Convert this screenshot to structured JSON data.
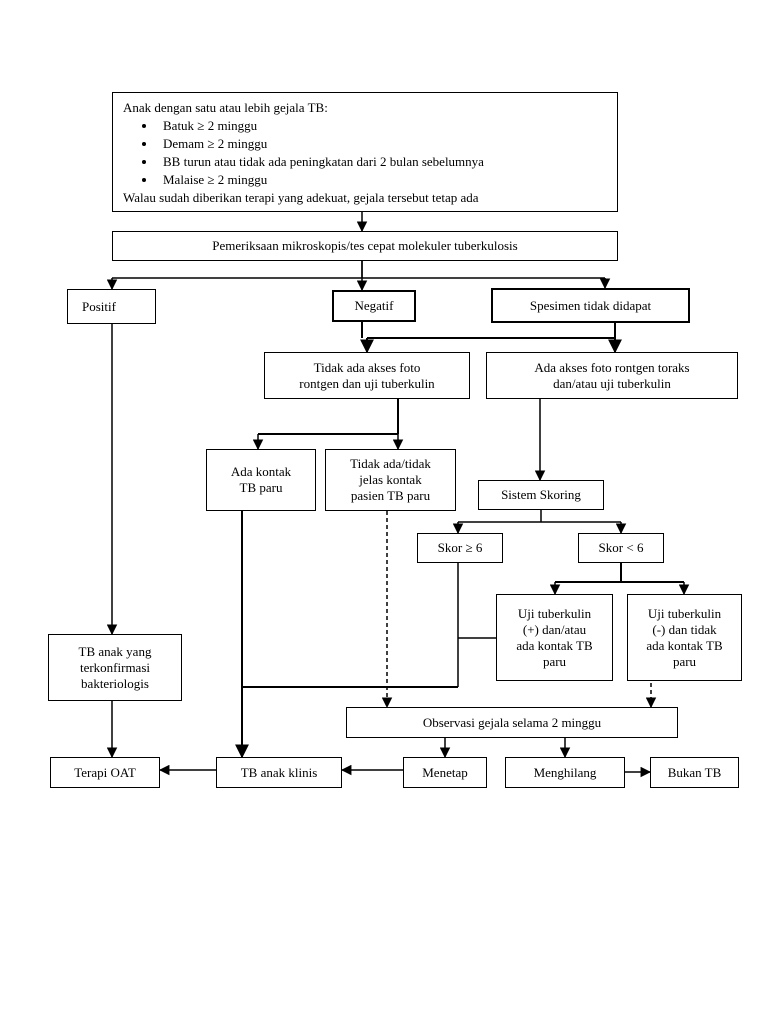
{
  "flowchart": {
    "start": {
      "heading": "Anak dengan satu atau lebih gejala TB:",
      "bullets": [
        "Batuk ≥ 2 minggu",
        "Demam ≥ 2 minggu",
        "BB turun atau tidak ada peningkatan dari 2 bulan sebelumnya",
        "Malaise ≥ 2 minggu"
      ],
      "footer": "Walau sudah diberikan terapi yang adekuat, gejala tersebut tetap ada"
    },
    "pemeriksaan": "Pemeriksaan mikroskopis/tes cepat molekuler tuberkulosis",
    "positif": "Positif",
    "negatif": "Negatif",
    "spesimen": "Spesimen tidak didapat",
    "tidak_akses": [
      "Tidak ada akses foto",
      "rontgen dan uji tuberkulin"
    ],
    "ada_akses": [
      "Ada akses foto rontgen toraks",
      "dan/atau uji tuberkulin"
    ],
    "ada_kontak": [
      "Ada kontak",
      "TB paru"
    ],
    "tidak_kontak": [
      "Tidak ada/tidak",
      "jelas kontak",
      "pasien TB paru"
    ],
    "skoring": "Sistem Skoring",
    "skor_ge": "Skor ≥ 6",
    "skor_lt": "Skor < 6",
    "uji_pos": [
      "Uji tuberkulin",
      "(+) dan/atau",
      "ada kontak TB",
      "paru"
    ],
    "uji_neg": [
      "Uji tuberkulin",
      "(-) dan tidak",
      "ada kontak TB",
      "paru"
    ],
    "tb_konfirmasi": [
      "TB anak yang",
      "terkonfirmasi",
      "bakteriologis"
    ],
    "observasi": "Observasi gejala selama 2 minggu",
    "terapi": "Terapi OAT",
    "tb_klinis": "TB anak klinis",
    "menetap": "Menetap",
    "menghilang": "Menghilang",
    "bukan_tb": "Bukan TB"
  }
}
